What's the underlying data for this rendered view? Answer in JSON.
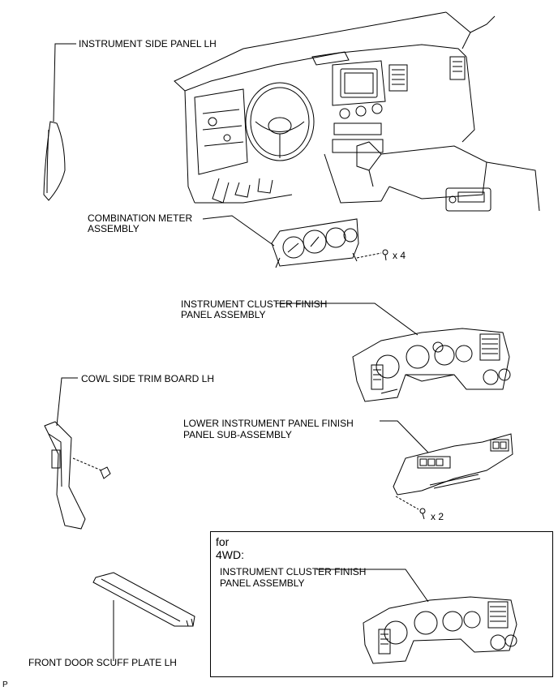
{
  "labels": {
    "side_panel": "INSTRUMENT SIDE PANEL LH",
    "combo_meter_1": "COMBINATION METER",
    "combo_meter_2": "ASSEMBLY",
    "screw_qty_meter": "x 4",
    "cluster_finish_1": "INSTRUMENT CLUSTER FINISH",
    "cluster_finish_2": "PANEL ASSEMBLY",
    "cowl_trim": "COWL SIDE TRIM BOARD LH",
    "lower_panel_1": "LOWER INSTRUMENT PANEL FINISH",
    "lower_panel_2": "PANEL SUB-ASSEMBLY",
    "screw_qty_lower": "x 2",
    "scuff_plate": "FRONT DOOR SCUFF PLATE LH",
    "corner_code": "P"
  },
  "variant_box": {
    "for_label": "for",
    "drive_label": "4WD:",
    "cluster_1": "INSTRUMENT CLUSTER FINISH",
    "cluster_2": "PANEL ASSEMBLY"
  }
}
